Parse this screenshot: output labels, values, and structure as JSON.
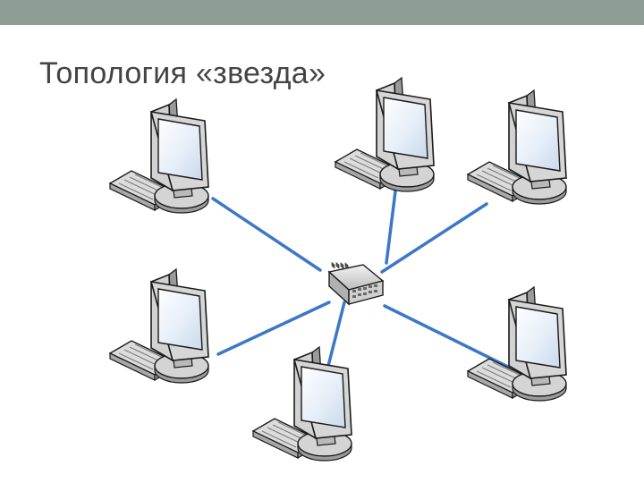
{
  "slide": {
    "title": "Топология «звезда»"
  },
  "colors": {
    "top_bar": "#8e9e96",
    "title": "#444444",
    "link": "#3d78c6",
    "monitor_frame": "#d6d6d6",
    "monitor_outline": "#1a1a1a",
    "screen": "#e2ecf6",
    "switch_body": "#cfcfcf"
  },
  "diagram": {
    "topology": "star",
    "hub": {
      "name": "switch",
      "icon": "network-switch-icon"
    },
    "nodes": [
      {
        "name": "computer-top-left",
        "icon": "desktop-computer-icon"
      },
      {
        "name": "computer-top-center",
        "icon": "desktop-computer-icon"
      },
      {
        "name": "computer-top-right",
        "icon": "desktop-computer-icon"
      },
      {
        "name": "computer-middle-left",
        "icon": "desktop-computer-icon"
      },
      {
        "name": "computer-bottom-center",
        "icon": "desktop-computer-icon"
      },
      {
        "name": "computer-bottom-right",
        "icon": "desktop-computer-icon"
      }
    ],
    "edges": [
      [
        "switch",
        "computer-top-left"
      ],
      [
        "switch",
        "computer-top-center"
      ],
      [
        "switch",
        "computer-top-right"
      ],
      [
        "switch",
        "computer-middle-left"
      ],
      [
        "switch",
        "computer-bottom-center"
      ],
      [
        "switch",
        "computer-bottom-right"
      ]
    ]
  }
}
